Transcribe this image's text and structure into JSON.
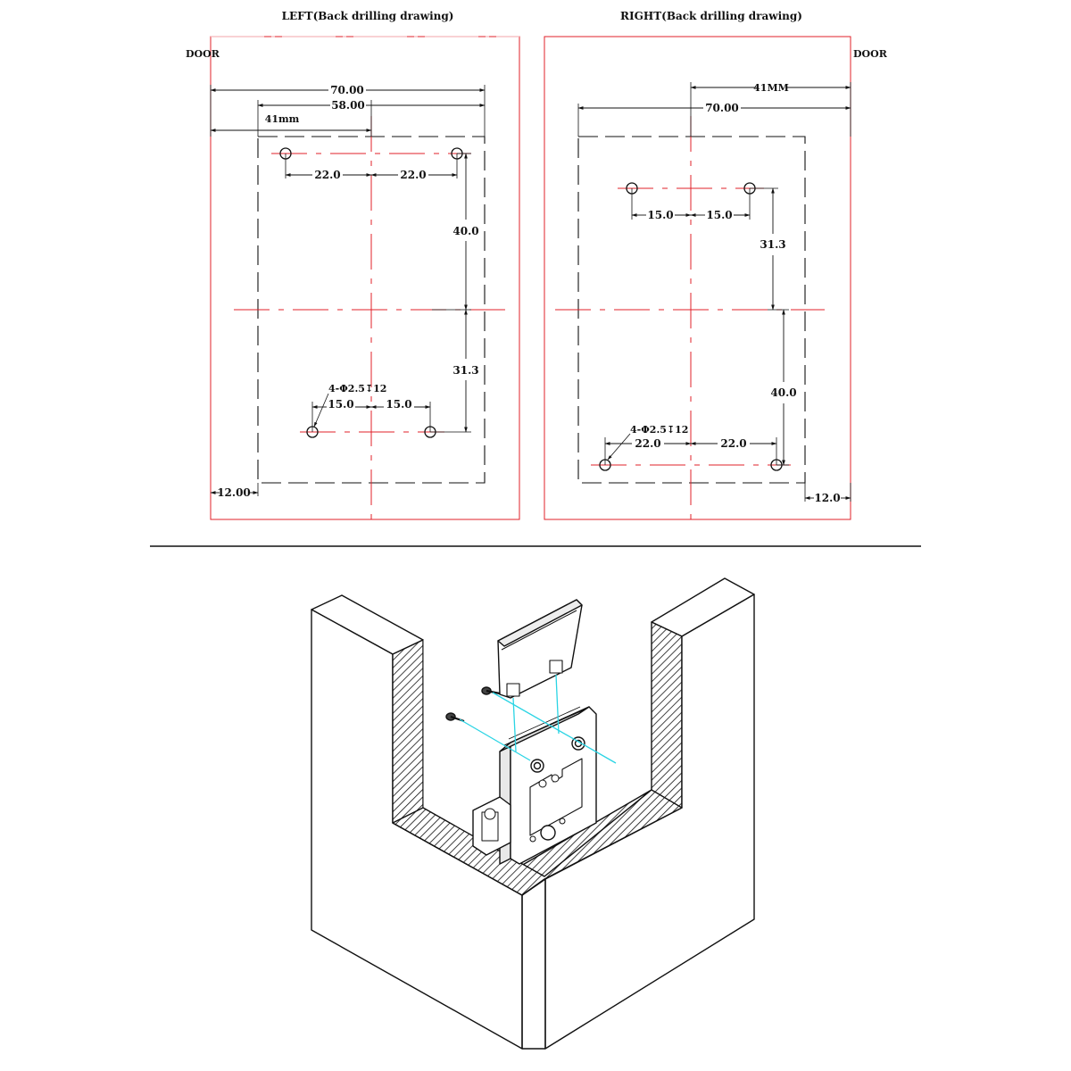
{
  "left": {
    "title": "LEFT(Back drilling drawing)",
    "door": "DOOR",
    "dim_70": "70.00",
    "dim_58": "58.00",
    "dim_41": "41mm",
    "dim_22a": "22.0",
    "dim_22b": "22.0",
    "dim_40": "40.0",
    "dim_313": "31.3",
    "hole_spec": "4-Φ2.5↧12",
    "dim_15a": "15.0",
    "dim_15b": "15.0",
    "dim_12": "12.00"
  },
  "right": {
    "title": "RIGHT(Back drilling drawing)",
    "door": "DOOR",
    "dim_41": "41MM",
    "dim_70": "70.00",
    "dim_15a": "15.0",
    "dim_15b": "15.0",
    "dim_313": "31.3",
    "dim_40": "40.0",
    "hole_spec": "4-Φ2.5↧12",
    "dim_22a": "22.0",
    "dim_22b": "22.0",
    "dim_12": "12.0"
  },
  "colors": {
    "outline": "#e0202a",
    "leader": "#2ad4e4",
    "line": "#111111"
  }
}
